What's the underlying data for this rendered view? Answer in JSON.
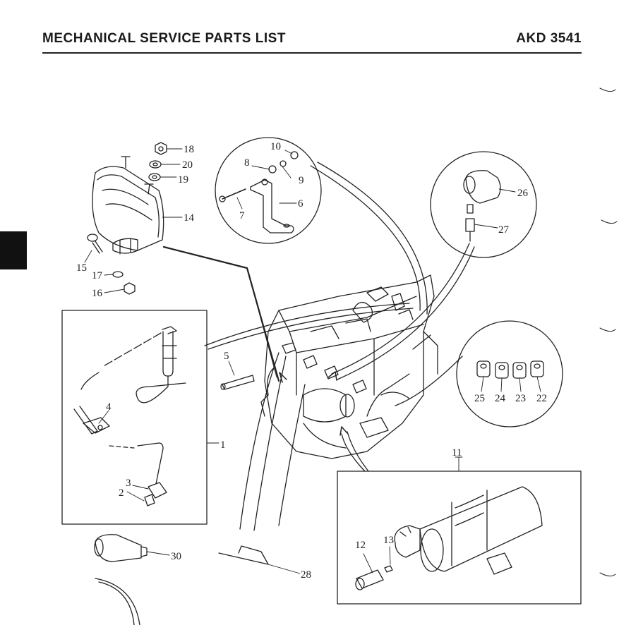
{
  "header": {
    "title": "MECHANICAL SERVICE PARTS LIST",
    "code": "AKD 3541"
  },
  "parts": {
    "p1": "1",
    "p2": "2",
    "p3": "3",
    "p4": "4",
    "p5": "5",
    "p6": "6",
    "p7": "7",
    "p8": "8",
    "p9": "9",
    "p10": "10",
    "p11": "11",
    "p12": "12",
    "p13": "13",
    "p14": "14",
    "p15": "15",
    "p16": "16",
    "p17": "17",
    "p18": "18",
    "p19": "19",
    "p20": "20",
    "p22": "22",
    "p23": "23",
    "p24": "24",
    "p25": "25",
    "p26": "26",
    "p27": "27",
    "p28": "28",
    "p30": "30"
  }
}
